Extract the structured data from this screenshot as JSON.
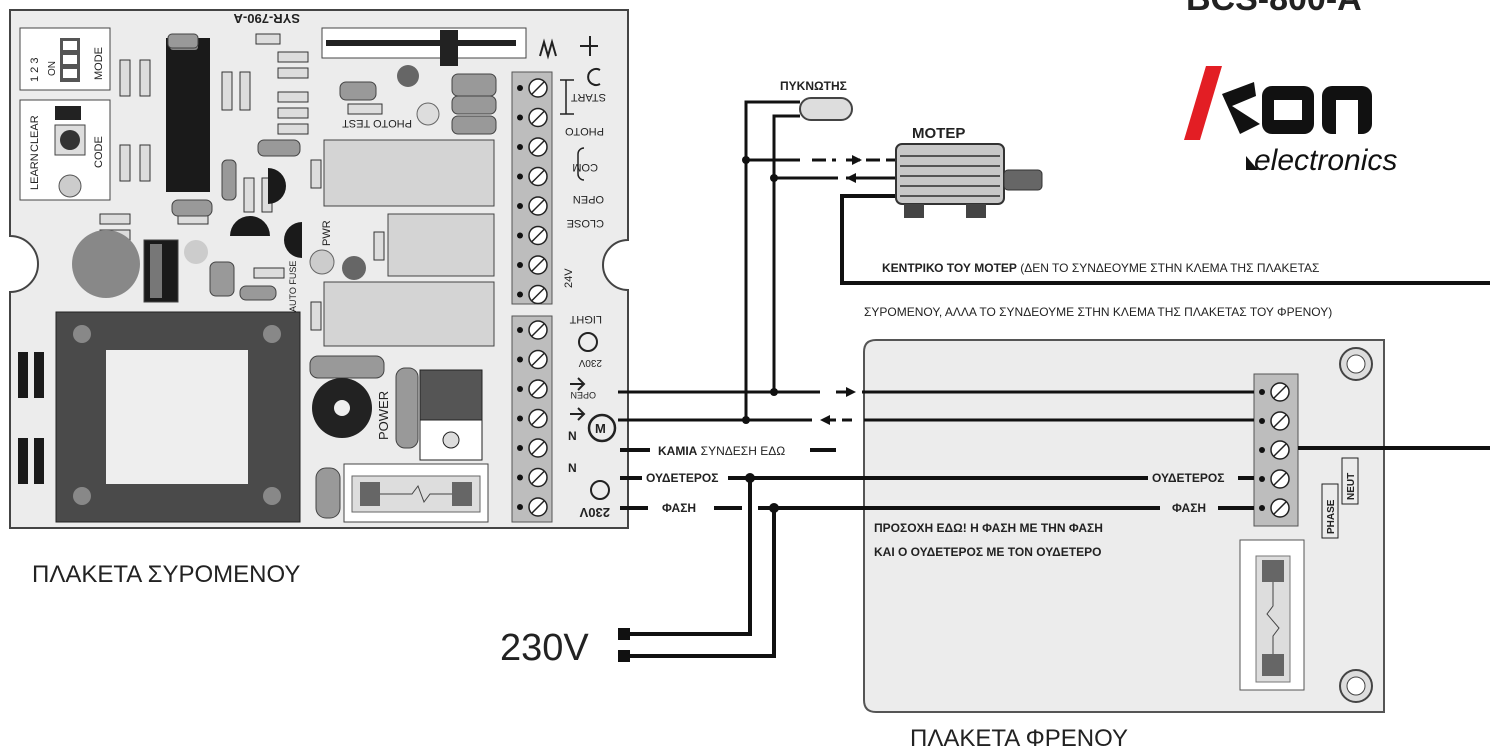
{
  "diagram": {
    "title_partial": "BCS-800-A",
    "brand": {
      "name": "kon",
      "tagline": "electronics",
      "accent": "#e31e24",
      "ink": "#1a1a1a"
    },
    "colors": {
      "wire": "#111111",
      "board": "#ececec",
      "board_stroke": "#444444",
      "terminal": "#bdbdbd"
    },
    "controller_board": {
      "model": "SYR-790-A",
      "caption": "ΠΛΑΚΕΤΑ ΣΥΡΟΜΕΝΟΥ",
      "labels": {
        "mode": "MODE",
        "on": "ON",
        "dip_numbers": "1 2 3",
        "learn": "LEARN",
        "clear": "CLEAR",
        "code": "CODE",
        "pwr": "PWR",
        "auto_fuse": "AUTO FUSE",
        "power": "POWER",
        "photo_test": "PHOTO TEST"
      },
      "terminals_upper": [
        "START",
        "PHOTO",
        "COM",
        "OPEN",
        "CLOSE",
        "24V"
      ],
      "terminals_lower": [
        "LIGHT",
        "230V",
        "OPEN",
        "N",
        "N",
        "230V"
      ]
    },
    "brake_board": {
      "caption": "ΠΛΑΚΕΤΑ ΦΡΕΝΟΥ",
      "neutral_label": "NEUT",
      "phase_label": "PHASE",
      "warning_line1": "ΠΡΟΣΟΧΗ ΕΔΩ! Η ΦΑΣΗ ΜΕ ΤΗΝ ΦΑΣΗ",
      "warning_line2": "ΚΑΙ Ο ΟΥΔΕΤΕΡΟΣ ΜΕ ΤΟΝ ΟΥΔΕΤΕΡΟ"
    },
    "capacitor_label": "ΠΥΚΝΩΤΗΣ",
    "motor_label": "ΜΟΤΕΡ",
    "motor_note_bold": "ΚΕΝΤΡΙΚΟ ΤΟΥ ΜΟΤΕΡ",
    "motor_note_rest": " (ΔΕΝ ΤΟ ΣΥΝΔΕΟΥΜΕ ΣΤΗΝ ΚΛΕΜΑ ΤΗΣ ΠΛΑΚΕΤΑΣ",
    "motor_note_line2": "ΣΥΡΟΜΕΝΟΥ, ΑΛΛΑ ΤΟ ΣΥΝΔΕΟΥΜΕ ΣΤΗΝ ΚΛΕΜΑ ΤΗΣ ΠΛΑΚΕΤΑΣ ΤΟΥ ΦΡΕΝΟΥ)",
    "no_connection_bold": "ΚΑΜΙΑ",
    "no_connection_rest": " ΣΥΝΔΕΣΗ ΕΔΩ",
    "neutral_label": "ΟΥΔΕΤΕΡΟΣ",
    "phase_label": "ΦΑΣΗ",
    "supply_label": "230V"
  }
}
